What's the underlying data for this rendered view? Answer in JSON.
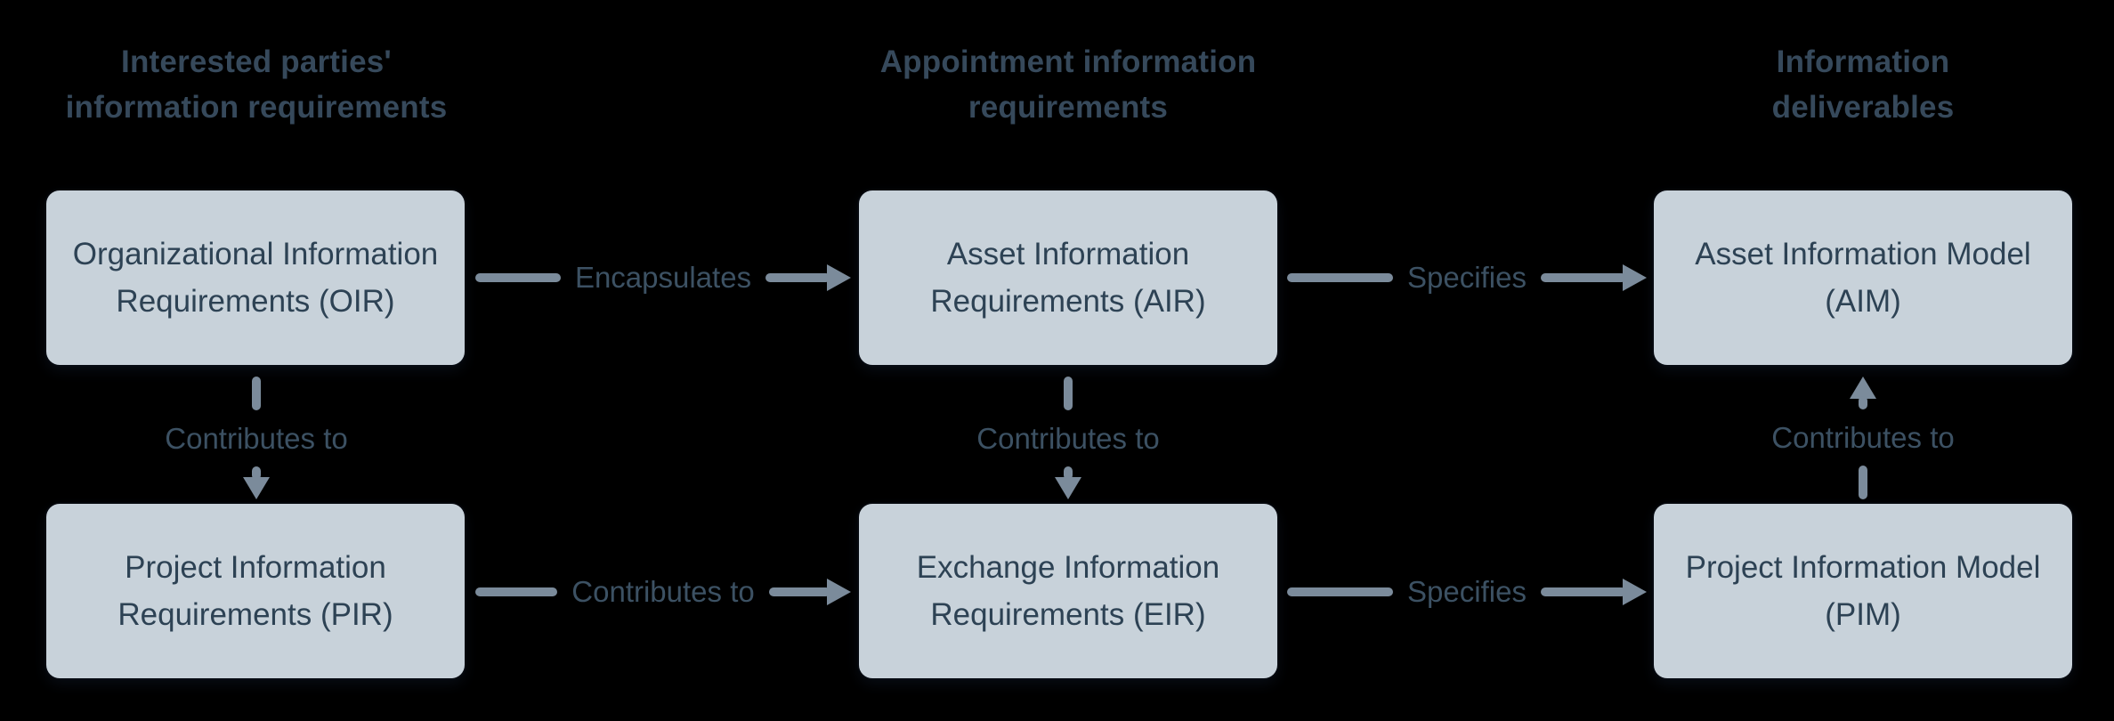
{
  "diagram": {
    "background_color": "#000000",
    "colors": {
      "box_fill": "#c8d2da",
      "box_text": "#2d4254",
      "header_text": "#36495b",
      "arrow_line": "#7b8b9b",
      "arrow_label_text": "#3c5163"
    },
    "columns": [
      {
        "header": "Interested parties'\ninformation requirements"
      },
      {
        "header": "Appointment information\nrequirements"
      },
      {
        "header": "Information\ndeliverables"
      }
    ],
    "boxes": {
      "oir": {
        "label": "Organizational Information\nRequirements (OIR)"
      },
      "air": {
        "label": "Asset Information\nRequirements (AIR)"
      },
      "aim": {
        "label": "Asset Information Model\n(AIM)"
      },
      "pir": {
        "label": "Project Information\nRequirements (PIR)"
      },
      "eir": {
        "label": "Exchange Information\nRequirements (EIR)"
      },
      "pim": {
        "label": "Project Information Model\n(PIM)"
      }
    },
    "arrows": {
      "oir_to_air": {
        "label": "Encapsulates",
        "direction": "right"
      },
      "air_to_aim": {
        "label": "Specifies",
        "direction": "right"
      },
      "oir_to_pir": {
        "label": "Contributes to",
        "direction": "down"
      },
      "air_to_eir": {
        "label": "Contributes to",
        "direction": "down"
      },
      "pir_to_eir": {
        "label": "Contributes to",
        "direction": "right"
      },
      "eir_to_pim": {
        "label": "Specifies",
        "direction": "right"
      },
      "pim_to_aim": {
        "label": "Contributes to",
        "direction": "up"
      }
    }
  }
}
